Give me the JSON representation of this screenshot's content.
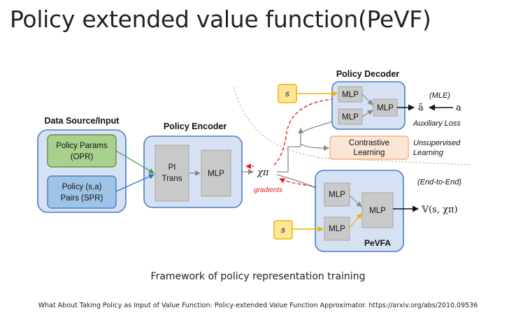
{
  "title": "Policy extended value function(PeVF)",
  "data_source": {
    "heading": "Data Source/Input",
    "policy_params": [
      "Policy Params",
      "(OPR)"
    ],
    "policy_pairs": [
      "Policy (s,a)",
      "Pairs (SPR)"
    ]
  },
  "encoder": {
    "heading": "Policy Encoder",
    "pi_trans": [
      "PI",
      "Trans"
    ],
    "mlp": "MLP"
  },
  "embedding": {
    "symbol": "χπ",
    "gradients": "gradients"
  },
  "decoder": {
    "heading": "Policy Decoder",
    "state": "s",
    "mlp": "MLP",
    "action_hat": "ã",
    "action": "a",
    "mle": "(MLE)",
    "auxiliary": "Auxiliary Loss"
  },
  "contrastive": {
    "label": [
      "Contrastive",
      "Learning"
    ],
    "unsupervised": [
      "Unsupervised",
      "Learning"
    ]
  },
  "pevfa": {
    "state": "s",
    "mlp": "MLP",
    "label": "PeVFA",
    "end_to_end": "(End-to-End)",
    "output": "𝕍(s, χπ)"
  },
  "caption": "Framework of policy representation training",
  "reference": "What About Taking Policy as Input of Value Function: Policy-extended Value Function Approximator. https://arxiv.org/abs/2010.09536",
  "colors": {
    "panel_fill": "#d6e2f3",
    "panel_stroke": "#4a7dc4",
    "grey_box": "#c9c9c9",
    "green_box": "#a9d18e",
    "blue_box": "#9dc3e6",
    "orange_box": "#fbe5d6",
    "yellow_box": "#ffe699",
    "gradient_arrow": "#e02020"
  }
}
